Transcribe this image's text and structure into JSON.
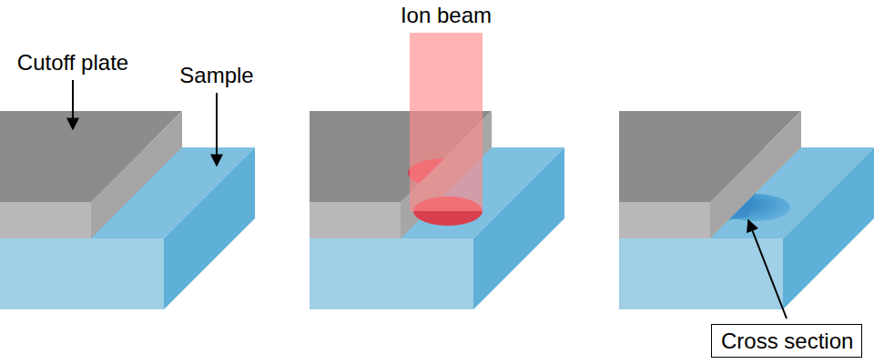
{
  "diagram": {
    "nodes": [
      {
        "text": [
          "Cross section"
        ]
      }
    ],
    "labels": [
      "Cutoff plate",
      "Sample",
      "Ion beam"
    ]
  }
}
